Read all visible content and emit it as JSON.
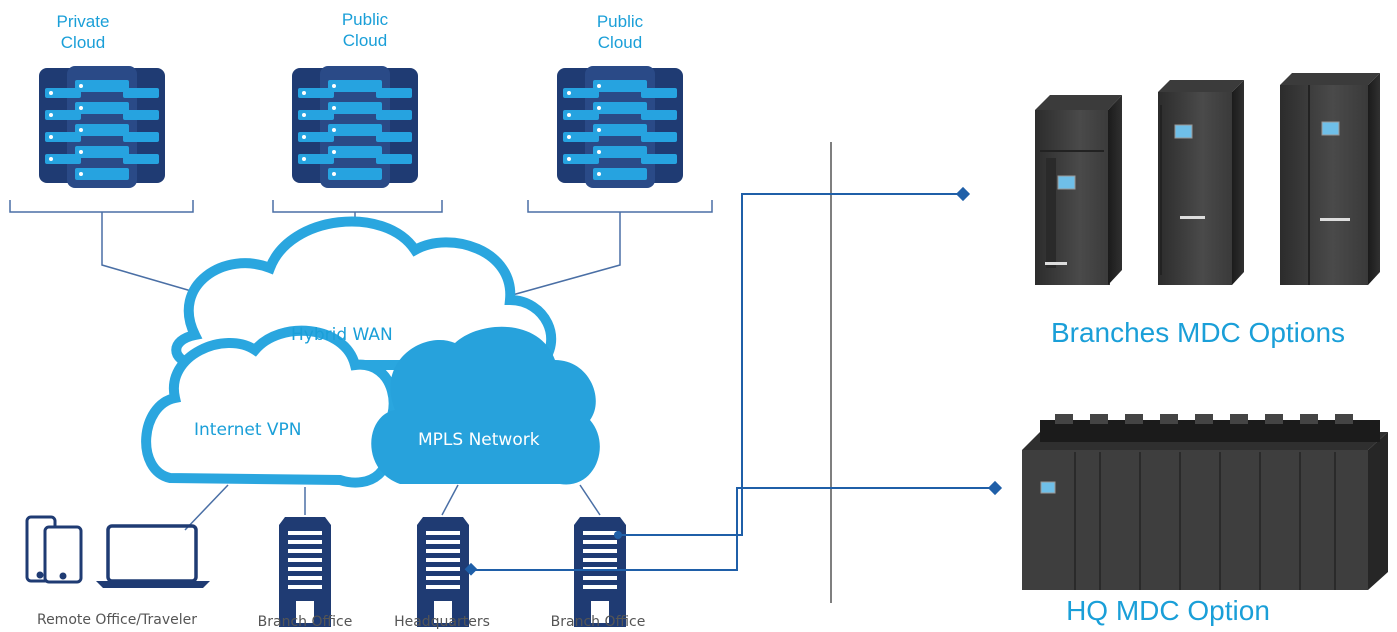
{
  "clouds": [
    {
      "label": "Private\nCloud"
    },
    {
      "label": "Public\nCloud"
    },
    {
      "label": "Public\nCloud"
    }
  ],
  "network": {
    "hybrid_wan": "Hybrid WAN",
    "internet_vpn": "Internet VPN",
    "mpls": "MPLS Network"
  },
  "sites": [
    {
      "label": "Remote Office/Traveler"
    },
    {
      "label": "Branch Office"
    },
    {
      "label": "Headquarters"
    },
    {
      "label": "Branch Office"
    }
  ],
  "options": {
    "branches": "Branches MDC Options",
    "hq": "HQ MDC Option"
  },
  "colors": {
    "brand_blue": "#1a9fd8",
    "server_navy": "#1f3b73",
    "connector": "#1f5fa8"
  }
}
